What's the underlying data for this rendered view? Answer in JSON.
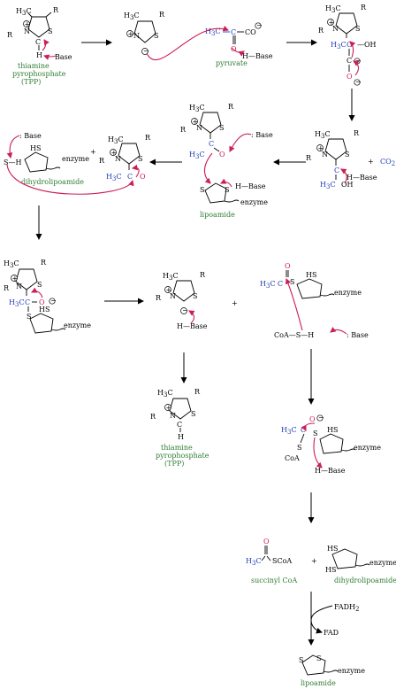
{
  "labels": {
    "tpp_name_1": "thiamine",
    "tpp_name_2": "pyrophosphate",
    "tpp_name_3": "(TPP)",
    "pyruvate": "pyruvate",
    "dihydrolipoamide": "dihydrolipoamide",
    "lipoamide": "lipoamide",
    "succinyl_coa": "succinyl CoA",
    "base": "Base",
    "colon_base": ": Base",
    "h_base": "H—Base",
    "enzyme": "enzyme",
    "co2": "CO",
    "co2_sub": "2",
    "fadh2": "FADH",
    "fadh2_sub": "2",
    "fad": "FAD",
    "coa_sh": "CoA—S—H",
    "coa": "CoA",
    "scoa": "SCoA",
    "plus": "+",
    "h3c": "H",
    "h3c_sub": "3",
    "h3c_c": "C",
    "ring_r": "R",
    "ring_n": "N",
    "ring_s": "S",
    "ring_c": "C",
    "ring_h": "H",
    "atom_o": "O",
    "atom_oh": "OH",
    "atom_c": "C",
    "atom_hs": "HS",
    "atom_s": "S",
    "atom_co": "CO",
    "atom_h": "H",
    "atom_sh": "S—H"
  },
  "colors": {
    "carbon_blue": "#1f3fb5",
    "oxygen_red": "#cc1f55",
    "name_green": "#2e7d32",
    "electron_arrow": "#cc1f55"
  }
}
